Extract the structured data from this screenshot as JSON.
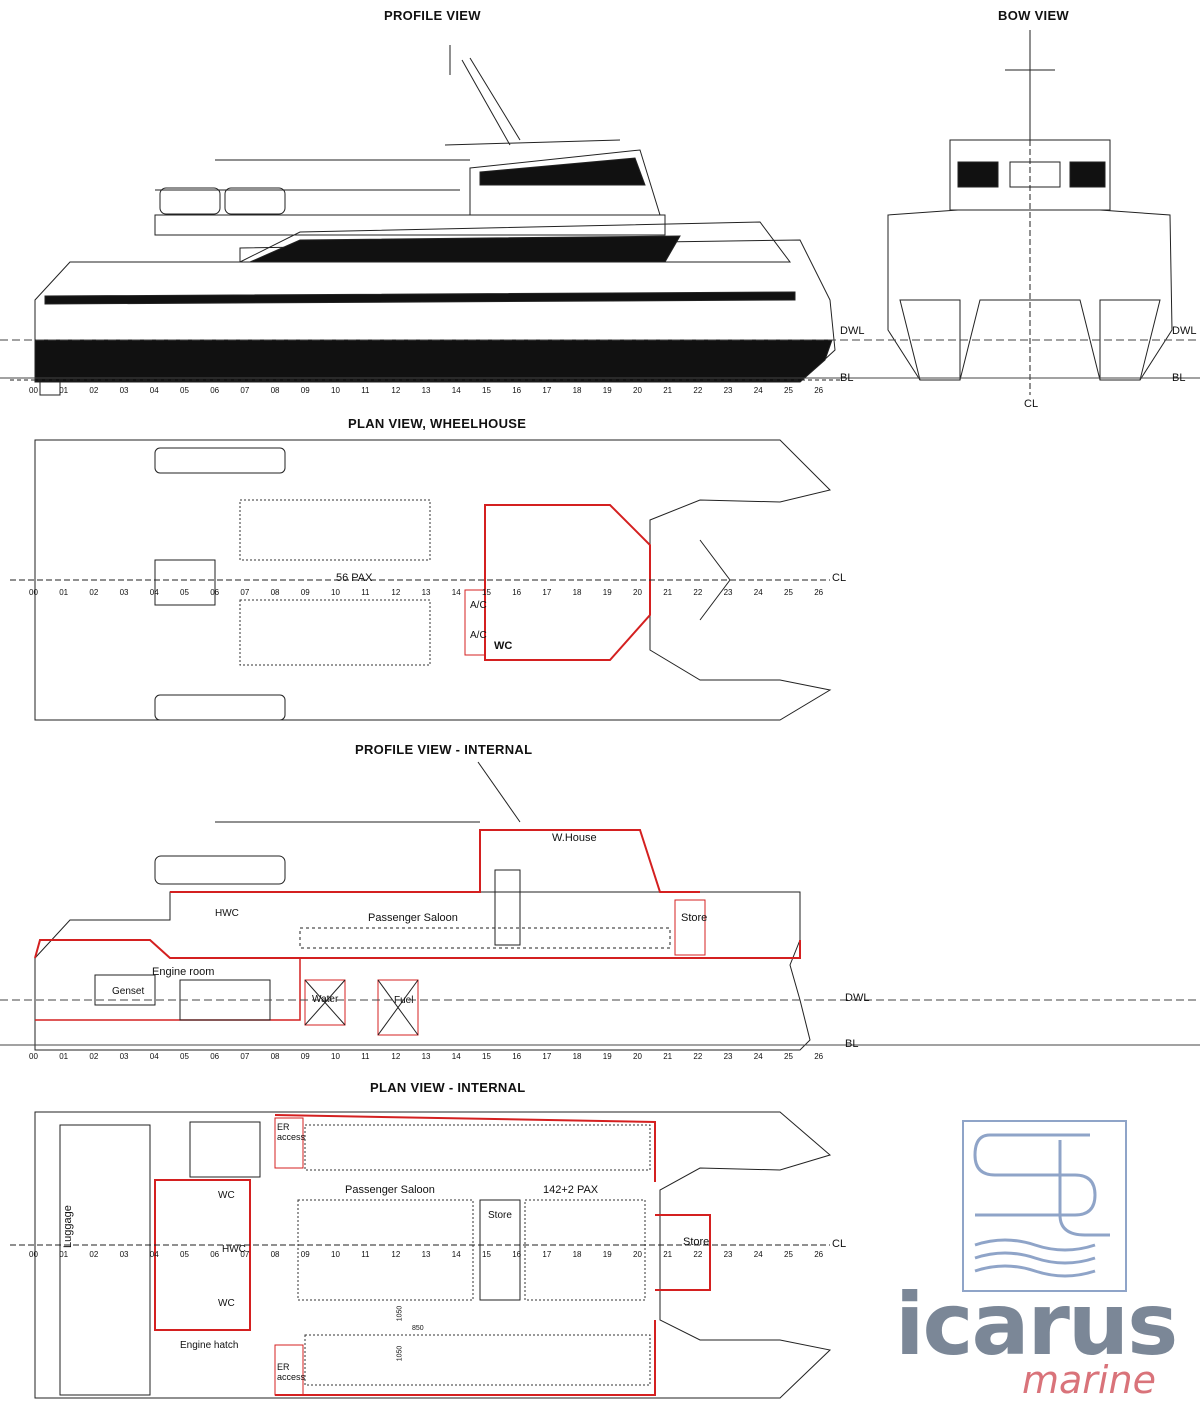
{
  "titles": {
    "profile": "PROFILE VIEW",
    "bow": "BOW VIEW",
    "plan_wheelhouse": "PLAN VIEW, WHEELHOUSE",
    "profile_internal": "PROFILE VIEW - INTERNAL",
    "plan_internal": "PLAN VIEW - INTERNAL"
  },
  "frame_numbers": [
    "00",
    "01",
    "02",
    "03",
    "04",
    "05",
    "06",
    "07",
    "08",
    "09",
    "10",
    "11",
    "12",
    "13",
    "14",
    "15",
    "16",
    "17",
    "18",
    "19",
    "20",
    "21",
    "22",
    "23",
    "24",
    "25",
    "26"
  ],
  "markers": {
    "dwl": "DWL",
    "bl": "BL",
    "cl": "CL"
  },
  "labels": {
    "pax_top": "56 PAX",
    "ac1": "A/C",
    "ac2": "A/C",
    "wc_top": "WC",
    "hwc": "HWC",
    "passenger_saloon": "Passenger Saloon",
    "store": "Store",
    "whouse": "W.House",
    "engine_room": "Engine room",
    "genset": "Genset",
    "water": "Water",
    "fuel": "Fuel",
    "er_access": "ER access",
    "pax_internal": "142+2 PAX",
    "luggage": "Luggage",
    "wc": "WC",
    "engine_hatch": "Engine hatch",
    "dim1": "1050",
    "dim2": "850",
    "dim3": "1050"
  },
  "brand": {
    "name": "icarus",
    "sub": "marine",
    "mark": "st"
  },
  "colors": {
    "line": "#222222",
    "red": "#d42020",
    "brand_grey": "#7b8797",
    "brand_pink": "#d9737a",
    "logo_blue": "#8fa4c8"
  }
}
